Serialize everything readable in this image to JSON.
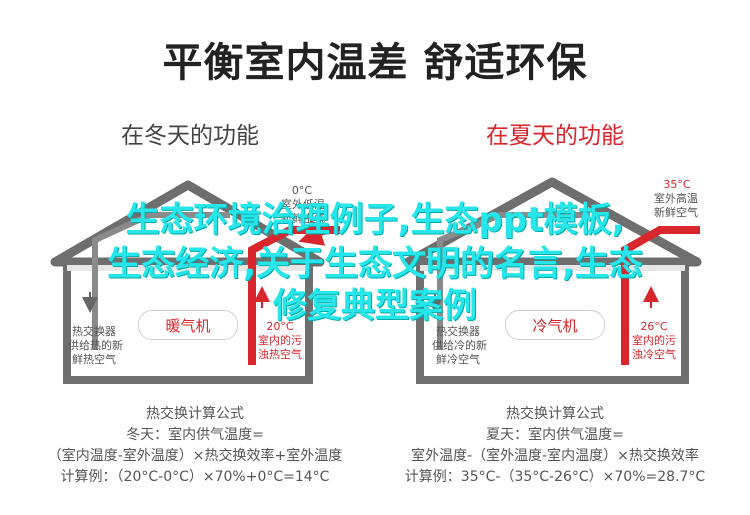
{
  "title": "平衡室内温差 舒适环保",
  "winter": {
    "heading": "在冬天的功能",
    "outdoor_temp": "0°C",
    "outdoor_label_1": "室外低温",
    "outdoor_label_2": "新鲜空气",
    "exhaust_label_1": "热交换器",
    "exhaust_label_2": "供给热的新",
    "exhaust_label_3": "鲜热空气",
    "unit_label": "暖气机",
    "indoor_temp": "20°C",
    "indoor_label_1": "室内的污",
    "indoor_label_2": "浊热空气",
    "formula": [
      "热交换计算公式",
      "冬天：室内供气温度=",
      "（室内温度-室外温度）×热交换效率+室外温度",
      "计算例：（20°C-0°C）×70%+0°C=14°C"
    ]
  },
  "summer": {
    "heading": "在夏天的功能",
    "outdoor_temp": "35°C",
    "outdoor_label_1": "室外高温",
    "outdoor_label_2": "新鲜空气",
    "exhaust_label_1": "热交换器",
    "exhaust_label_2": "供给冷的新",
    "exhaust_label_3": "鲜冷空气",
    "unit_label": "冷气机",
    "indoor_temp": "26°C",
    "indoor_label_1": "室内的污",
    "indoor_label_2": "浊冷空气",
    "formula": [
      "热交换计算公式",
      "夏天：室内供气温度=",
      "室外温度-（室外温度-室内温度）×热交换效率",
      "计算例：35°C-（35°C-26°C）×70%=28.7°C"
    ]
  },
  "overlay": {
    "line1": "生态环境治理例子,生态ppt模板,",
    "line2": "生态经济,关于生态文明的名言,生态",
    "line3": "修复典型案例"
  },
  "colors": {
    "accent": "#d8262c",
    "house": "#6e6e6e",
    "overlay": "#27e6ea"
  }
}
